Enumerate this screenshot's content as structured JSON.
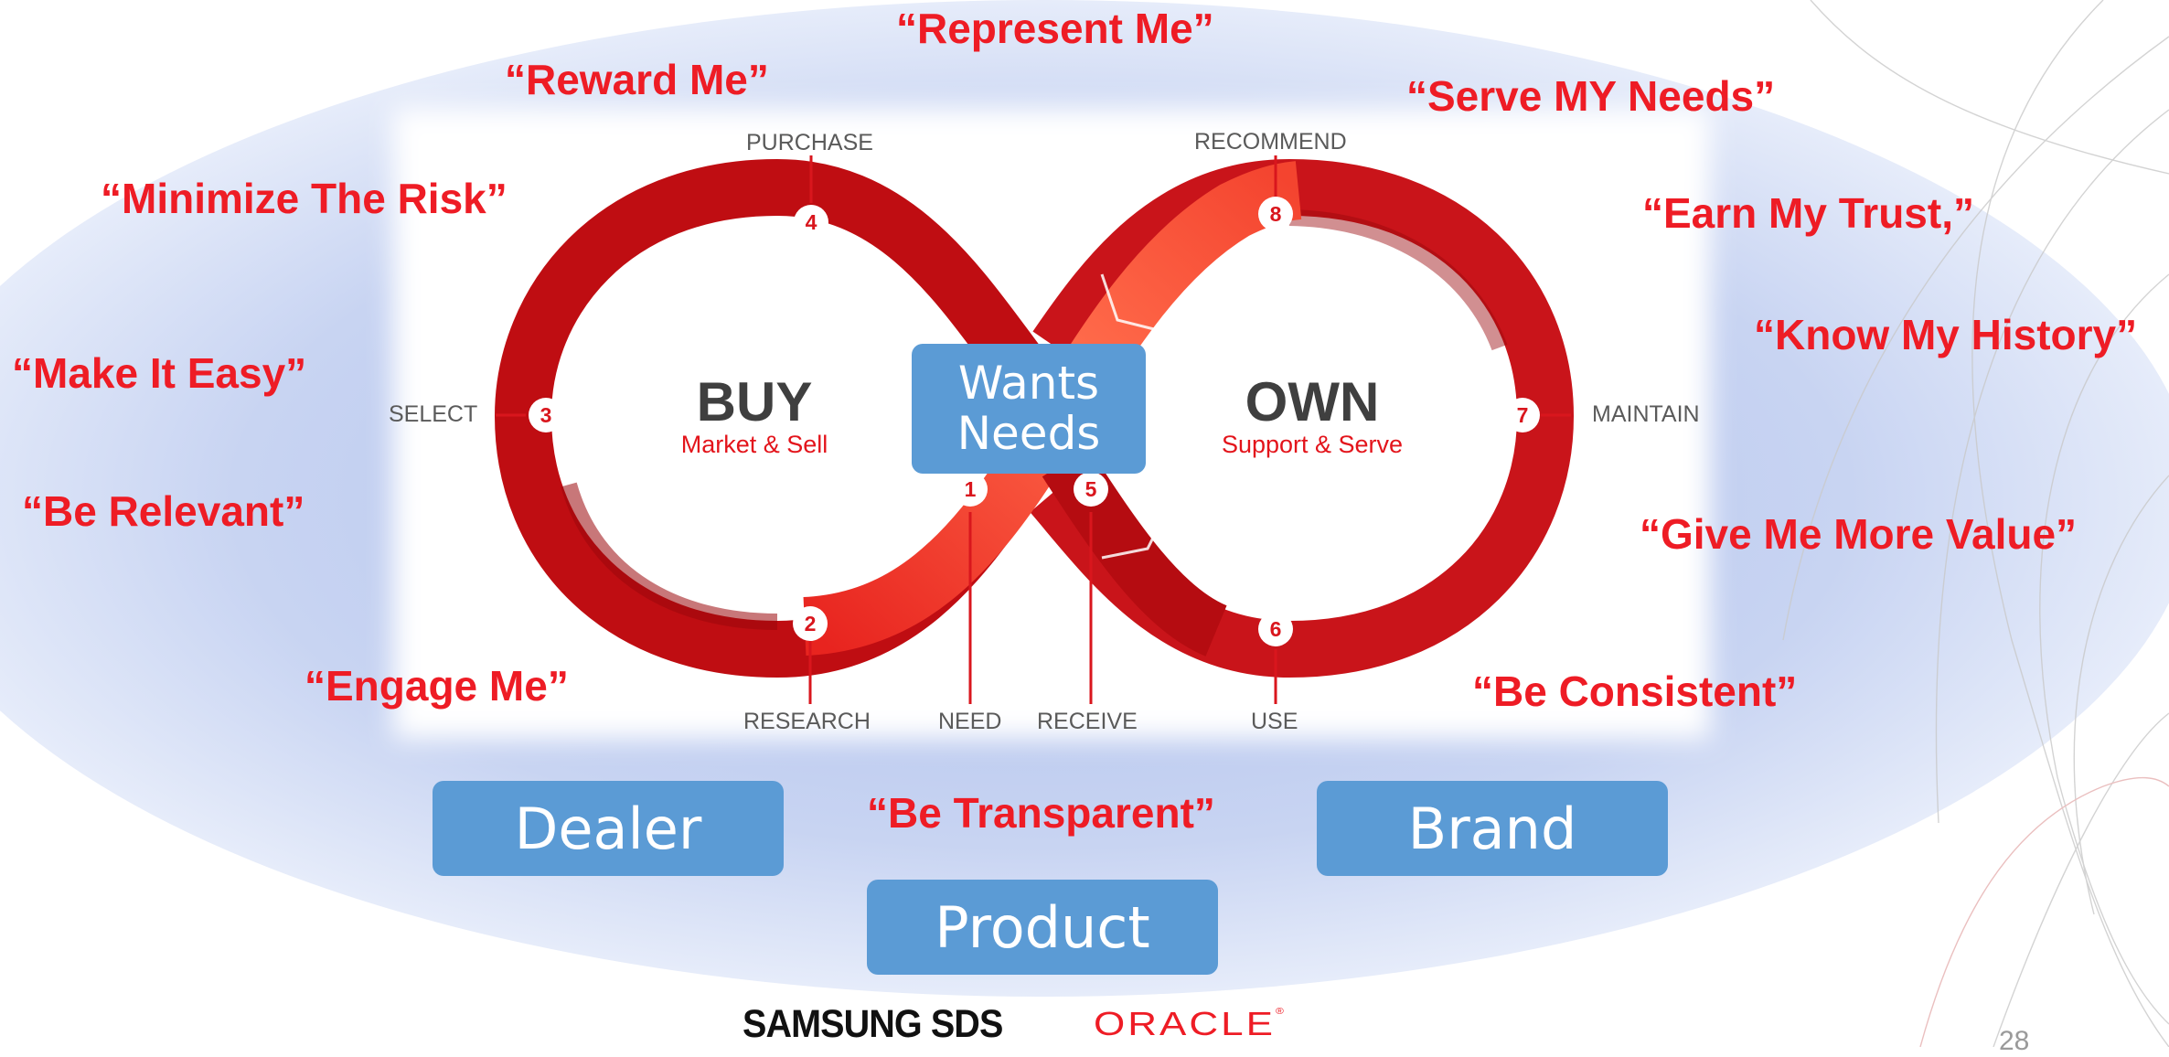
{
  "center": {
    "line1": "Wants",
    "line2": "Needs"
  },
  "loops": {
    "buy": {
      "title": "BUY",
      "subtitle": "Market & Sell"
    },
    "own": {
      "title": "OWN",
      "subtitle": "Support & Serve"
    }
  },
  "stages": [
    {
      "number": "1",
      "label": "NEED"
    },
    {
      "number": "2",
      "label": "RESEARCH"
    },
    {
      "number": "3",
      "label": "SELECT"
    },
    {
      "number": "4",
      "label": "PURCHASE"
    },
    {
      "number": "5",
      "label": "RECEIVE"
    },
    {
      "number": "6",
      "label": "USE"
    },
    {
      "number": "7",
      "label": "MAINTAIN"
    },
    {
      "number": "8",
      "label": "RECOMMEND"
    }
  ],
  "slogans": {
    "represent_me": "“Represent Me”",
    "reward_me": "“Reward Me”",
    "serve_my_needs": "“Serve MY Needs”",
    "minimize_risk": "“Minimize The Risk”",
    "earn_trust": "“Earn My Trust,”",
    "know_history": "“Know My History”",
    "make_it_easy": "“Make It Easy”",
    "be_relevant": "“Be Relevant”",
    "give_more_value": "“Give Me More Value”",
    "engage_me": "“Engage Me”",
    "be_consistent": "“Be Consistent”",
    "be_transparent": "“Be Transparent”"
  },
  "boxes": {
    "dealer": "Dealer",
    "brand": "Brand",
    "product": "Product"
  },
  "logos": {
    "samsung": "SAMSUNG SDS",
    "oracle": "ORACLE"
  },
  "page_number": "28",
  "colors": {
    "accent_red": "#ee1c25",
    "loop_red": "#c50f14",
    "box_blue": "#5b9bd5",
    "ellipse_blue": "#c9d6f2"
  }
}
